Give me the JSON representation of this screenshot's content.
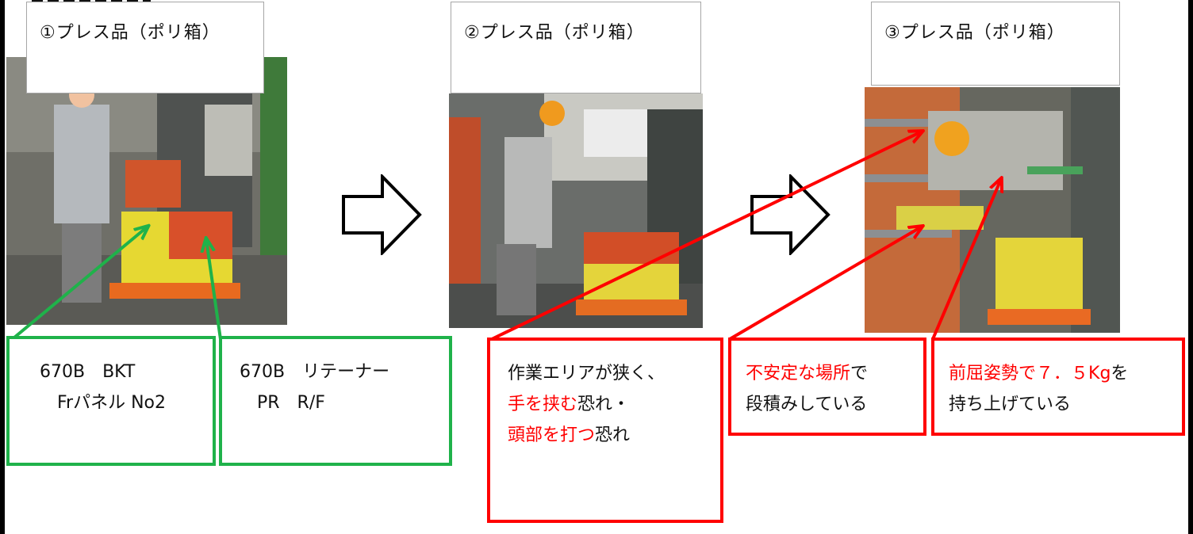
{
  "steps": [
    {
      "label": "①プレス品（ポリ箱）"
    },
    {
      "label": "②プレス品（ポリ箱）"
    },
    {
      "label": "③プレス品（ポリ箱）"
    }
  ],
  "notes": {
    "part1": {
      "line1": "670B　BKT",
      "line2": "　Frパネル No2"
    },
    "part2": {
      "line1": "670B　リテーナー",
      "line2": "　PR　R/F"
    },
    "hazard1": {
      "line1": "作業エリアが狭く、",
      "line2_hl": "手を挟む",
      "line2_rest": "恐れ・",
      "line3_hl": "頭部を打つ",
      "line3_rest": "恐れ"
    },
    "hazard2": {
      "line1_hl": "不安定な場所",
      "line1_rest": "で",
      "line2": "段積みしている"
    },
    "hazard3": {
      "line1_pre": "前屈姿勢で",
      "line1_num": "７．５Kg",
      "line1_rest": "を",
      "line2": "持ち上げている"
    }
  },
  "colors": {
    "part_border": "#1fb24a",
    "hazard_border": "#ff0000",
    "highlight_text": "#ff0000"
  },
  "icons": [
    "process-arrow-icon",
    "process-arrow-icon"
  ]
}
